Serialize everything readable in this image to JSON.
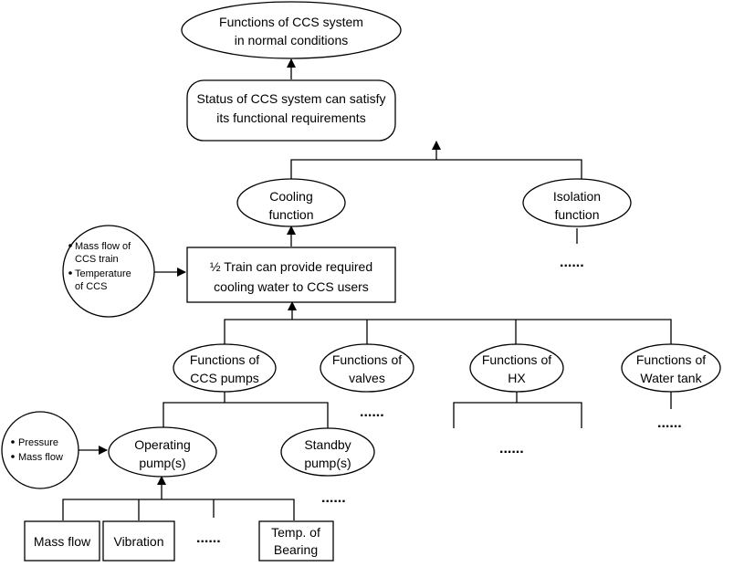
{
  "nodes": {
    "top_goal": [
      "Functions of CCS system",
      "in normal conditions"
    ],
    "status": [
      "Status of CCS system can satisfy",
      "its functional requirements"
    ],
    "cooling": [
      "Cooling",
      "function"
    ],
    "isolation": [
      "Isolation",
      "function"
    ],
    "train": [
      "½ Train can provide required",
      "cooling water to CCS users"
    ],
    "pumps": [
      "Functions of",
      "CCS pumps"
    ],
    "valves": [
      "Functions of",
      "valves"
    ],
    "hx": [
      "Functions of",
      "HX"
    ],
    "water_tank": [
      "Functions of",
      "Water tank"
    ],
    "operating": [
      "Operating",
      "pump(s)"
    ],
    "standby": [
      "Standby",
      "pump(s)"
    ],
    "leaf_mass_flow": [
      "Mass flow"
    ],
    "leaf_vibration": [
      "Vibration"
    ],
    "leaf_temp_bearing": [
      "Temp. of",
      "Bearing"
    ]
  },
  "indicators": {
    "train_circle": [
      "Mass flow of",
      "CCS train",
      "Temperature",
      "of CCS"
    ],
    "pump_circle": [
      "Pressure",
      "Mass flow"
    ]
  },
  "ellipsis": "......"
}
